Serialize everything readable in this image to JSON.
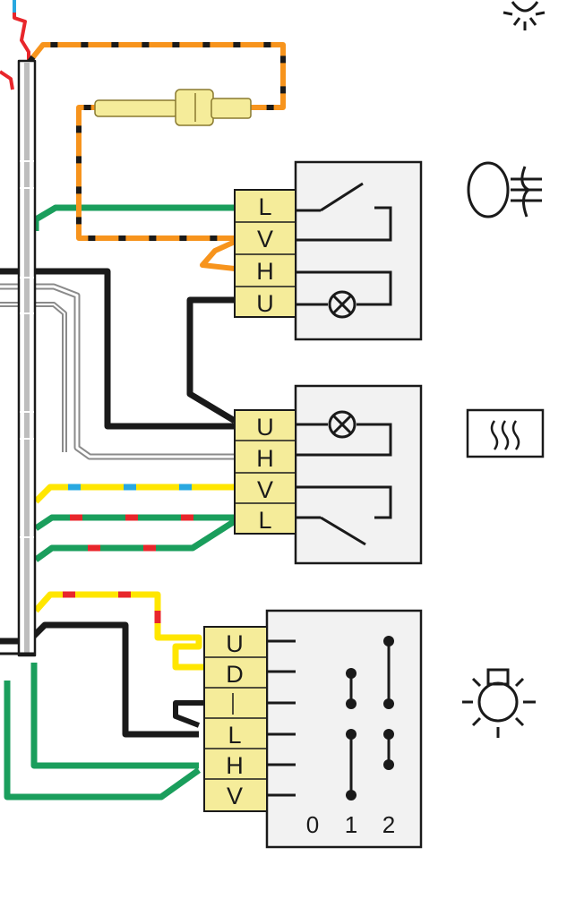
{
  "switches": [
    {
      "id": "front-fog",
      "icon": "front-fog-lamp-icon",
      "pins": [
        "L",
        "V",
        "H",
        "U"
      ]
    },
    {
      "id": "rear-defrost",
      "icon": "rear-window-heater-icon",
      "pins": [
        "U",
        "H",
        "V",
        "L"
      ]
    },
    {
      "id": "lights",
      "icon": "headlight-bulb-icon",
      "pins": [
        "U",
        "D",
        "",
        "L",
        "H",
        "V"
      ],
      "positions": [
        "0",
        "1",
        "2"
      ]
    }
  ],
  "colors": {
    "wire_black": "#1a1a1a",
    "wire_green": "#1a9e5c",
    "wire_orange": "#f7941d",
    "wire_yellow": "#ffe600",
    "wire_red": "#e8262b",
    "wire_blue": "#29a8e0",
    "connector": "#f5ec9a",
    "switch_body": "#f2f2f2"
  }
}
